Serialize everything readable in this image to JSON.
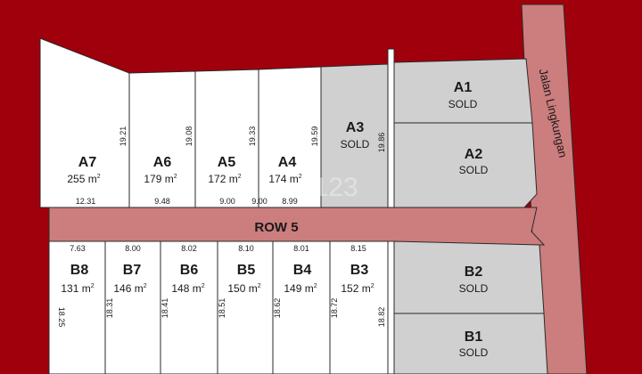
{
  "map": {
    "road_label": "ROW 5",
    "street_label": "Jalan Lingkungan",
    "watermark": "ah123",
    "area_unit": "m",
    "area_unit_exp": "2",
    "sold_label": "SOLD",
    "colors": {
      "background": "#a0000b",
      "road": "#cc7d7d",
      "plot_available": "#ffffff",
      "plot_sold": "#d0d0d0",
      "outline": "#2a2a2a"
    }
  },
  "plots": {
    "A7": {
      "id": "A7",
      "area": "255",
      "status": "available"
    },
    "A6": {
      "id": "A6",
      "area": "179",
      "status": "available"
    },
    "A5": {
      "id": "A5",
      "area": "172",
      "status": "available"
    },
    "A4": {
      "id": "A4",
      "area": "174",
      "status": "available"
    },
    "A3": {
      "id": "A3",
      "status": "sold"
    },
    "A1": {
      "id": "A1",
      "status": "sold"
    },
    "A2": {
      "id": "A2",
      "status": "sold"
    },
    "B8": {
      "id": "B8",
      "area": "131",
      "status": "available"
    },
    "B7": {
      "id": "B7",
      "area": "146",
      "status": "available"
    },
    "B6": {
      "id": "B6",
      "area": "148",
      "status": "available"
    },
    "B5": {
      "id": "B5",
      "area": "150",
      "status": "available"
    },
    "B4": {
      "id": "B4",
      "area": "149",
      "status": "available"
    },
    "B3": {
      "id": "B3",
      "area": "152",
      "status": "available"
    },
    "B2": {
      "id": "B2",
      "status": "sold"
    },
    "B1": {
      "id": "B1",
      "status": "sold"
    }
  },
  "dimensions": {
    "a_side": [
      "19.21",
      "19.08",
      "19.33",
      "19.59",
      "19.86"
    ],
    "a_front": [
      "12.31",
      "9.48",
      "9.00",
      "9.00",
      "8.99"
    ],
    "b_front": [
      "7.63",
      "8.00",
      "8.02",
      "8.10",
      "8.01",
      "8.15"
    ],
    "b_side": [
      "18.25",
      "18.31",
      "18.41",
      "18.51",
      "18.62",
      "18.72",
      "18.82"
    ]
  }
}
